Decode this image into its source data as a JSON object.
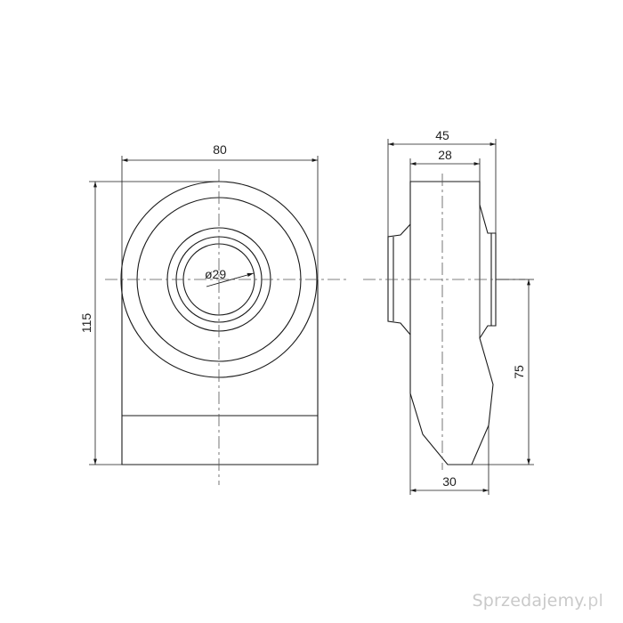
{
  "dimensions": {
    "front_width": "80",
    "front_height": "115",
    "bore_diameter": "ø29",
    "side_total_width": "45",
    "side_inner_width": "28",
    "side_height": "75",
    "side_bottom_width": "30"
  },
  "watermark": {
    "text_main": "Sprzedajemy",
    "text_tld": ".pl"
  },
  "colors": {
    "line": "#1a1a1a",
    "center_line": "#555555",
    "watermark": "#c9c9c9",
    "watermark_badge": "#e33333"
  }
}
